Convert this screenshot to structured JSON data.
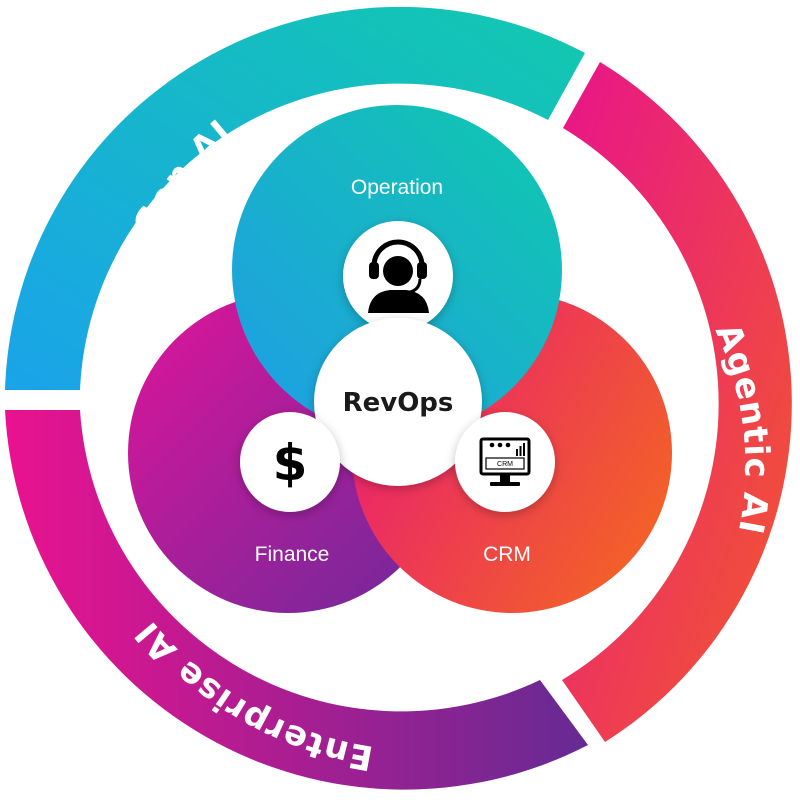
{
  "ring": {
    "gen_ai": "Gen AI",
    "agentic_ai": "Agentic AI",
    "enterprise_ai": "Enterprise AI"
  },
  "petals": {
    "operation": "Operation",
    "finance": "Finance",
    "crm": "CRM"
  },
  "center": {
    "label": "RevOps"
  },
  "icons": {
    "operation": "headset-support-agent-icon",
    "finance": "dollar-sign-icon",
    "crm": "crm-monitor-icon",
    "crm_screen_text": "CRM",
    "finance_glyph": "$"
  },
  "colors": {
    "gen_ai": [
      "#1aa5e6",
      "#10c7b0"
    ],
    "agentic_ai": [
      "#ec1a78",
      "#f4512e"
    ],
    "enterprise_ai": [
      "#e8198b",
      "#6a2a92"
    ]
  }
}
